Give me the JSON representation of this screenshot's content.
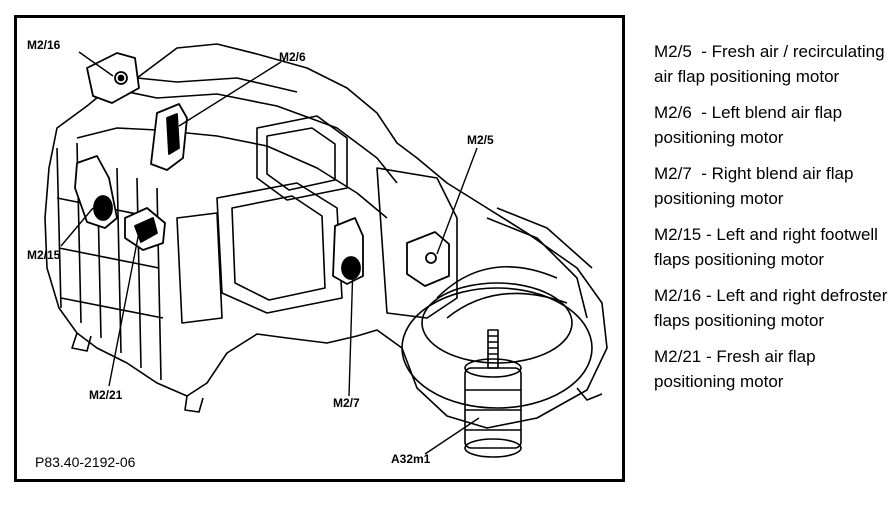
{
  "diagram": {
    "figure_code": "P83.40-2192-06",
    "callouts": [
      {
        "id": "m2_16",
        "text": "M2/16"
      },
      {
        "id": "m2_6",
        "text": "M2/6"
      },
      {
        "id": "m2_5",
        "text": "M2/5"
      },
      {
        "id": "m2_15",
        "text": "M2/15"
      },
      {
        "id": "m2_21",
        "text": "M2/21"
      },
      {
        "id": "m2_7",
        "text": "M2/7"
      },
      {
        "id": "a32m1",
        "text": "A32m1"
      }
    ]
  },
  "legend": [
    {
      "code": "M2/5",
      "desc": "Fresh air / recirculating air flap positioning motor"
    },
    {
      "code": "M2/6",
      "desc": "Left blend air flap positioning motor"
    },
    {
      "code": "M2/7",
      "desc": "Right blend air flap positioning motor"
    },
    {
      "code": "M2/15",
      "desc": "Left and right footwell flaps positioning motor"
    },
    {
      "code": "M2/16",
      "desc": "Left and right defroster flaps positioning motor"
    },
    {
      "code": "M2/21",
      "desc": "Fresh air flap positioning motor"
    }
  ]
}
